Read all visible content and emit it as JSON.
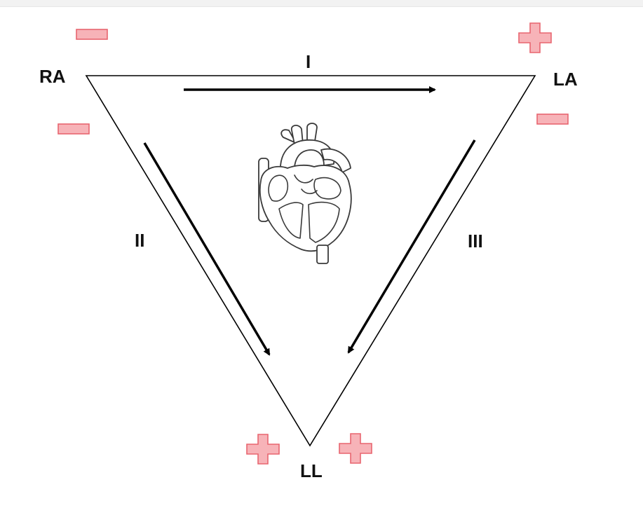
{
  "electrodes": {
    "ra": "RA",
    "la": "LA",
    "ll": "LL"
  },
  "leads": {
    "lead_i": "I",
    "lead_ii": "II",
    "lead_iii": "III"
  },
  "colors": {
    "polarity_fill": "#f7b3b8",
    "polarity_stroke": "#e8656f",
    "line": "#000000"
  },
  "icons": {
    "center": "heart-icon",
    "negative": "minus-icon",
    "positive": "plus-icon"
  }
}
